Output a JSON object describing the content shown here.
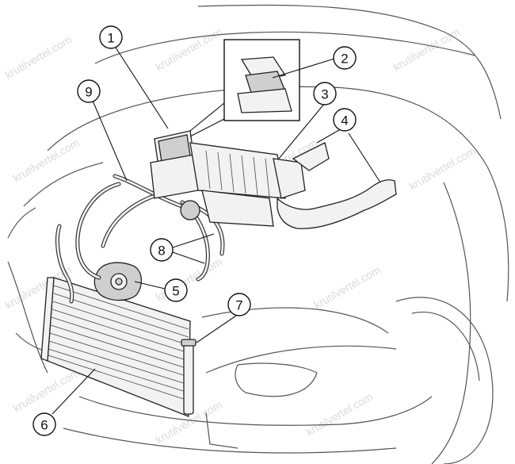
{
  "callouts": [
    {
      "label": "1"
    },
    {
      "label": "2"
    },
    {
      "label": "3"
    },
    {
      "label": "4"
    },
    {
      "label": "5"
    },
    {
      "label": "6"
    },
    {
      "label": "7"
    },
    {
      "label": "8"
    },
    {
      "label": "9"
    }
  ],
  "watermark": {
    "text": "krutilvertel.com"
  }
}
